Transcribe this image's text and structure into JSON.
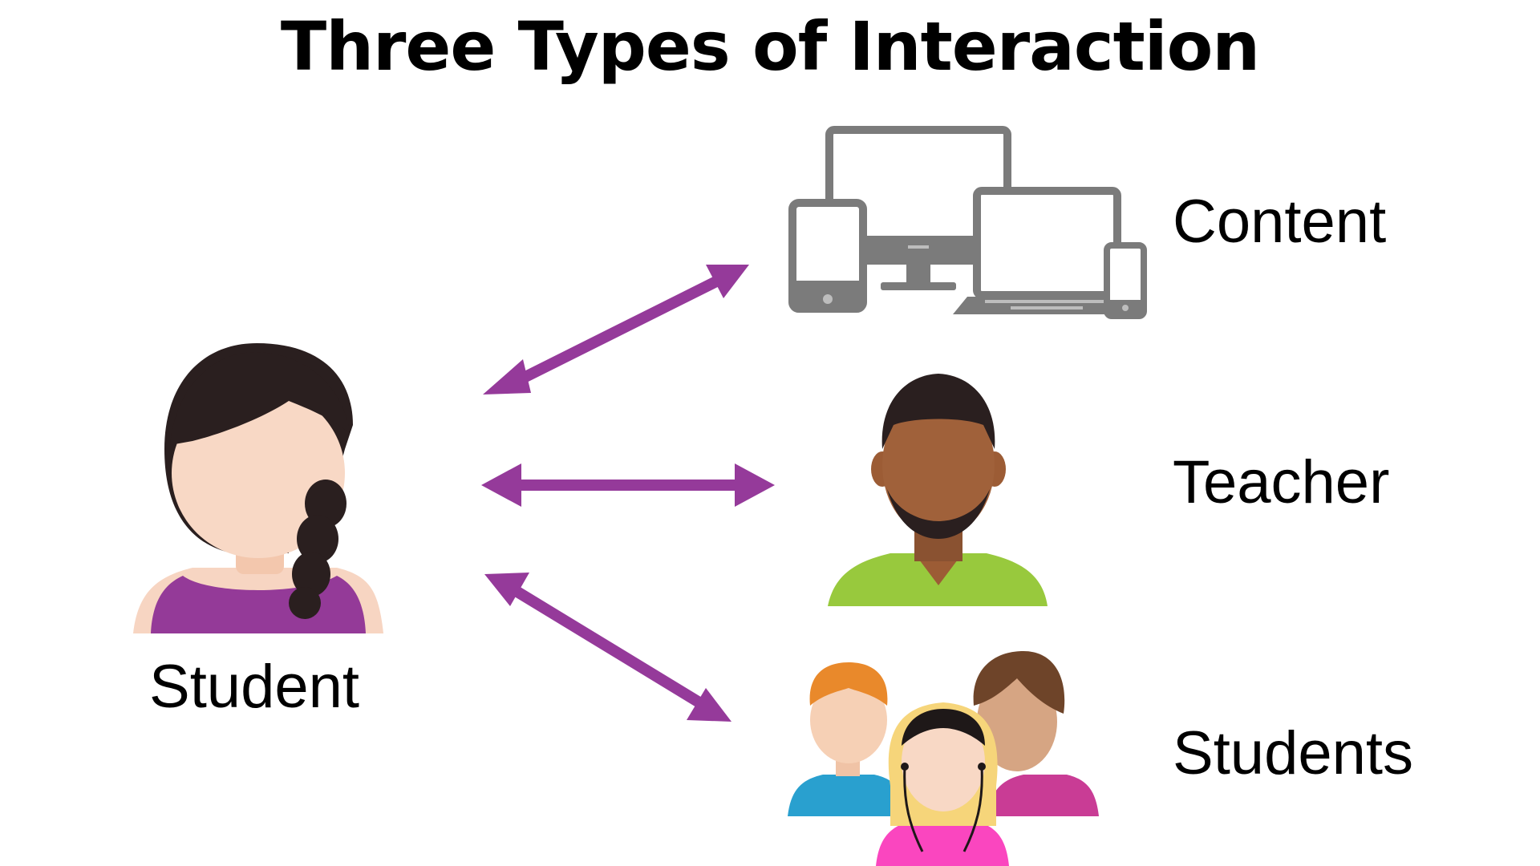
{
  "title": "Three Types of Interaction",
  "subject": {
    "label": "Student",
    "icon": "female-student-icon"
  },
  "interactions": [
    {
      "label": "Content",
      "icon": "devices-icon"
    },
    {
      "label": "Teacher",
      "icon": "teacher-icon"
    },
    {
      "label": "Students",
      "icon": "student-group-icon"
    }
  ],
  "colors": {
    "arrow": "#953a9a",
    "device_gray": "#7b7b7b",
    "student_shirt": "#943a98",
    "teacher_shirt": "#98c93d"
  }
}
